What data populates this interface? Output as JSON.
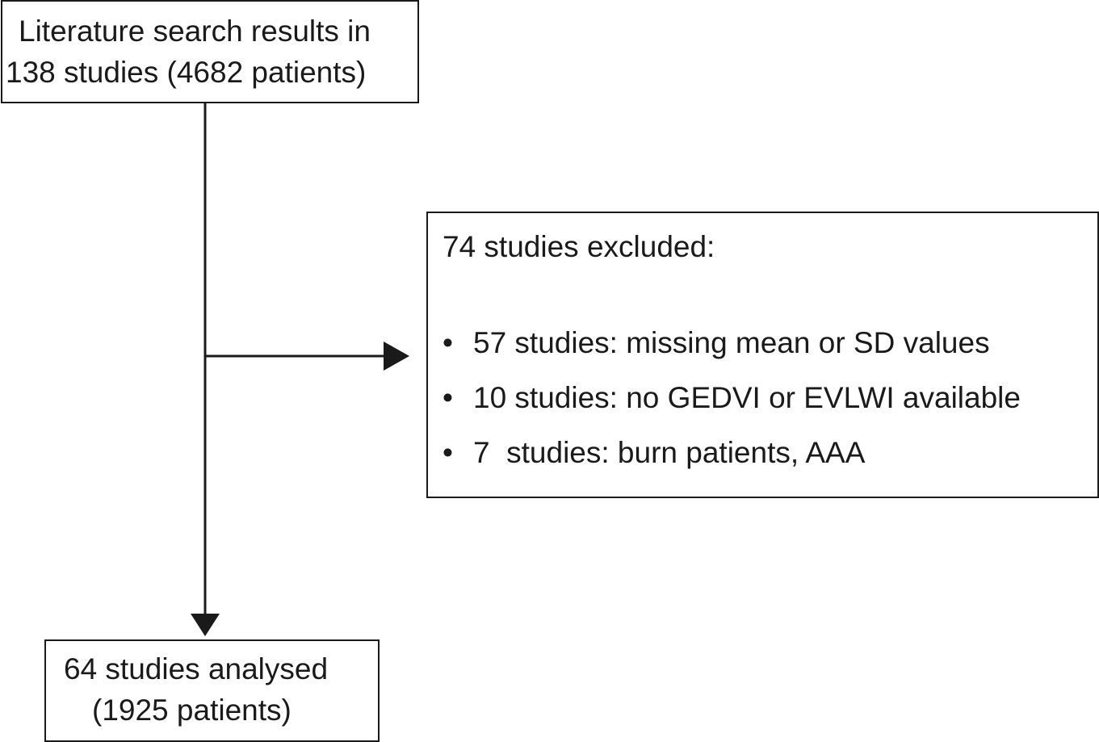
{
  "search": {
    "line1": "Literature search results in",
    "line2": "138 studies (4682 patients)"
  },
  "excluded": {
    "heading": "74 studies excluded:",
    "items": [
      {
        "bullet": "•",
        "text": "57 studies: missing mean or SD values"
      },
      {
        "bullet": "•",
        "text": "10 studies: no GEDVI or EVLWI available"
      },
      {
        "bullet": "•",
        "text": "7  studies: burn patients, AAA"
      }
    ]
  },
  "analysed": {
    "line1": "64 studies analysed",
    "line2": "(1925 patients)"
  },
  "colors": {
    "line": "#1a1a1a",
    "background": "#ffffff"
  }
}
